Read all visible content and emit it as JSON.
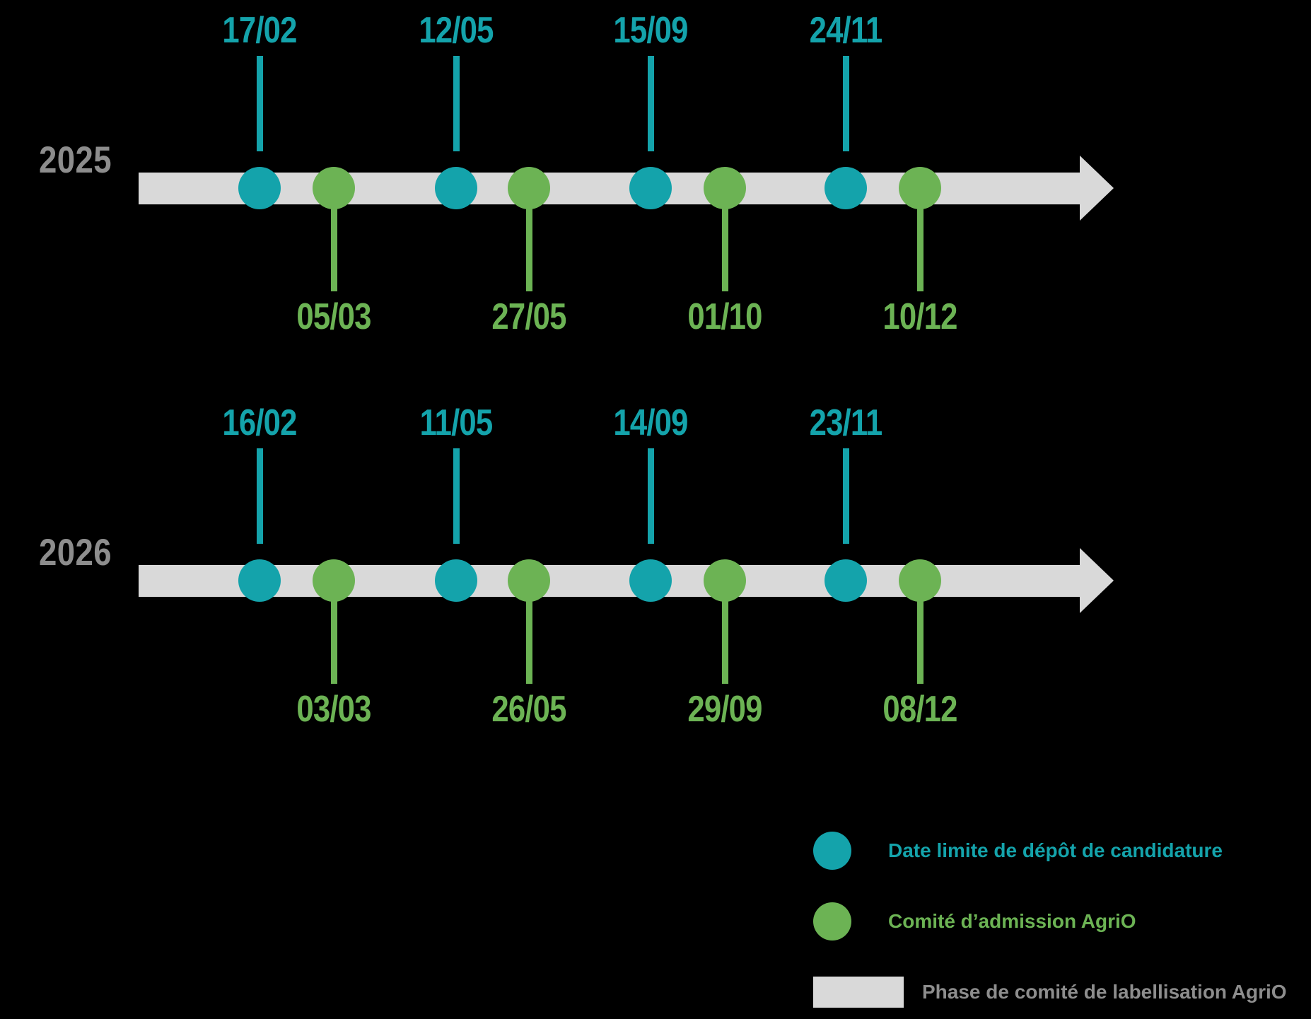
{
  "colors": {
    "background": "#000000",
    "teal": "#14a3ab",
    "green": "#6cb354",
    "gray_bar": "#d9d9d9",
    "gray_text": "#8d8d8d"
  },
  "chart_data": {
    "type": "timeline",
    "title": "",
    "rows": [
      {
        "year": "2025",
        "markers": [
          {
            "date": "17/02",
            "type": "deadline",
            "color": "#14a3ab",
            "position": 0.128
          },
          {
            "date": "05/03",
            "type": "committee",
            "color": "#6cb354",
            "position": 0.207
          },
          {
            "date": "12/05",
            "type": "deadline",
            "color": "#14a3ab",
            "position": 0.303
          },
          {
            "date": "27/05",
            "type": "committee",
            "color": "#6cb354",
            "position": 0.382
          },
          {
            "date": "15/09",
            "type": "deadline",
            "color": "#14a3ab",
            "position": 0.47
          },
          {
            "date": "01/10",
            "type": "committee",
            "color": "#6cb354",
            "position": 0.55
          },
          {
            "date": "24/11",
            "type": "deadline",
            "color": "#14a3ab",
            "position": 0.645
          },
          {
            "date": "10/12",
            "type": "committee",
            "color": "#6cb354",
            "position": 0.725
          }
        ]
      },
      {
        "year": "2026",
        "markers": [
          {
            "date": "16/02",
            "type": "deadline",
            "color": "#14a3ab",
            "position": 0.128
          },
          {
            "date": "03/03",
            "type": "committee",
            "color": "#6cb354",
            "position": 0.207
          },
          {
            "date": "11/05",
            "type": "deadline",
            "color": "#14a3ab",
            "position": 0.303
          },
          {
            "date": "26/05",
            "type": "committee",
            "color": "#6cb354",
            "position": 0.382
          },
          {
            "date": "14/09",
            "type": "deadline",
            "color": "#14a3ab",
            "position": 0.47
          },
          {
            "date": "29/09",
            "type": "committee",
            "color": "#6cb354",
            "position": 0.55
          },
          {
            "date": "23/11",
            "type": "deadline",
            "color": "#14a3ab",
            "position": 0.645
          },
          {
            "date": "08/12",
            "type": "committee",
            "color": "#6cb354",
            "position": 0.725
          }
        ]
      }
    ],
    "legend": {
      "position": "bottom-right",
      "entries": [
        {
          "label": "Date limite de dépôt de candidature",
          "swatch": "dot",
          "color": "#14a3ab"
        },
        {
          "label": "Comité d’admission AgriO",
          "swatch": "dot",
          "color": "#6cb354"
        },
        {
          "label": "Phase de comité de labellisation AgriO",
          "swatch": "bar",
          "color": "#d9d9d9"
        }
      ]
    }
  },
  "rows": [
    {
      "year_label": "2025",
      "markers": [
        {
          "date": "17/02",
          "kind": "teal"
        },
        {
          "date": "05/03",
          "kind": "green"
        },
        {
          "date": "12/05",
          "kind": "teal"
        },
        {
          "date": "27/05",
          "kind": "green"
        },
        {
          "date": "15/09",
          "kind": "teal"
        },
        {
          "date": "01/10",
          "kind": "green"
        },
        {
          "date": "24/11",
          "kind": "teal"
        },
        {
          "date": "10/12",
          "kind": "green"
        }
      ]
    },
    {
      "year_label": "2026",
      "markers": [
        {
          "date": "16/02",
          "kind": "teal"
        },
        {
          "date": "03/03",
          "kind": "green"
        },
        {
          "date": "11/05",
          "kind": "teal"
        },
        {
          "date": "26/05",
          "kind": "green"
        },
        {
          "date": "14/09",
          "kind": "teal"
        },
        {
          "date": "29/09",
          "kind": "green"
        },
        {
          "date": "23/11",
          "kind": "teal"
        },
        {
          "date": "08/12",
          "kind": "green"
        }
      ]
    }
  ],
  "legend": {
    "items": [
      {
        "label": "Date limite de dépôt de candidature",
        "swatch": "dot-teal"
      },
      {
        "label": "Comité d’admission AgriO",
        "swatch": "dot-green"
      },
      {
        "label": "Phase de comité de labellisation AgriO",
        "swatch": "bar-gray"
      }
    ]
  }
}
